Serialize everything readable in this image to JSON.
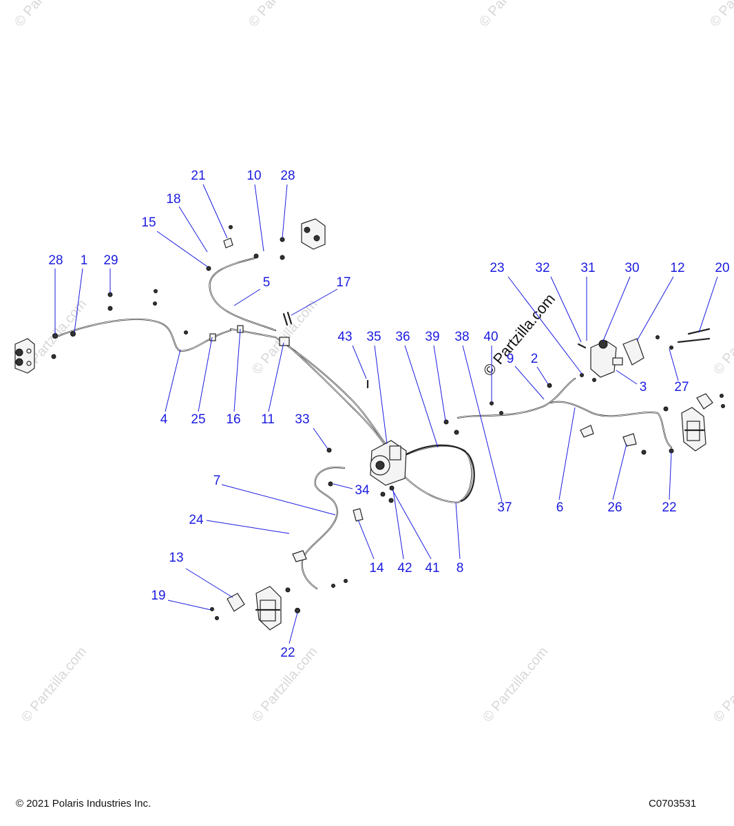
{
  "watermark": {
    "text": "© Partzilla.com"
  },
  "footer": {
    "copyright": "© 2021 Polaris Industries Inc.",
    "diagram_code": "C0703531"
  },
  "callouts": [
    {
      "id": "c28a",
      "label": "28"
    },
    {
      "id": "c1",
      "label": "1"
    },
    {
      "id": "c29",
      "label": "29"
    },
    {
      "id": "c15",
      "label": "15"
    },
    {
      "id": "c18",
      "label": "18"
    },
    {
      "id": "c21",
      "label": "21"
    },
    {
      "id": "c10",
      "label": "10"
    },
    {
      "id": "c28b",
      "label": "28"
    },
    {
      "id": "c5",
      "label": "5"
    },
    {
      "id": "c17",
      "label": "17"
    },
    {
      "id": "c4",
      "label": "4"
    },
    {
      "id": "c25",
      "label": "25"
    },
    {
      "id": "c16",
      "label": "16"
    },
    {
      "id": "c11",
      "label": "11"
    },
    {
      "id": "c43",
      "label": "43"
    },
    {
      "id": "c35",
      "label": "35"
    },
    {
      "id": "c36",
      "label": "36"
    },
    {
      "id": "c39",
      "label": "39"
    },
    {
      "id": "c38",
      "label": "38"
    },
    {
      "id": "c40",
      "label": "40"
    },
    {
      "id": "c9",
      "label": "9"
    },
    {
      "id": "c2",
      "label": "2"
    },
    {
      "id": "c23",
      "label": "23"
    },
    {
      "id": "c32",
      "label": "32"
    },
    {
      "id": "c31",
      "label": "31"
    },
    {
      "id": "c30",
      "label": "30"
    },
    {
      "id": "c12",
      "label": "12"
    },
    {
      "id": "c20",
      "label": "20"
    },
    {
      "id": "c3",
      "label": "3"
    },
    {
      "id": "c27",
      "label": "27"
    },
    {
      "id": "c33",
      "label": "33"
    },
    {
      "id": "c7",
      "label": "7"
    },
    {
      "id": "c34",
      "label": "34"
    },
    {
      "id": "c24",
      "label": "24"
    },
    {
      "id": "c14",
      "label": "14"
    },
    {
      "id": "c42",
      "label": "42"
    },
    {
      "id": "c41",
      "label": "41"
    },
    {
      "id": "c8",
      "label": "8"
    },
    {
      "id": "c37",
      "label": "37"
    },
    {
      "id": "c6",
      "label": "6"
    },
    {
      "id": "c26",
      "label": "26"
    },
    {
      "id": "c22a",
      "label": "22"
    },
    {
      "id": "c13",
      "label": "13"
    },
    {
      "id": "c19",
      "label": "19"
    },
    {
      "id": "c22b",
      "label": "22"
    }
  ]
}
